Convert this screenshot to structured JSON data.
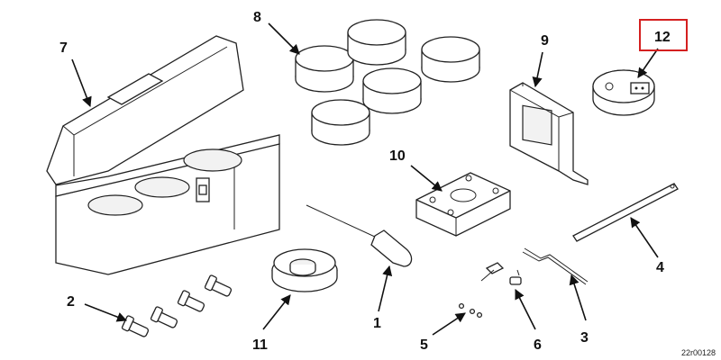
{
  "callouts": {
    "c1": "1",
    "c2": "2",
    "c3": "3",
    "c4": "4",
    "c5": "5",
    "c6": "6",
    "c7": "7",
    "c8": "8",
    "c9": "9",
    "c10": "10",
    "c11": "11",
    "c12": "12"
  },
  "highlight": {
    "callout": "12",
    "color": "#d42020"
  },
  "drawing_ref": "22r00128"
}
